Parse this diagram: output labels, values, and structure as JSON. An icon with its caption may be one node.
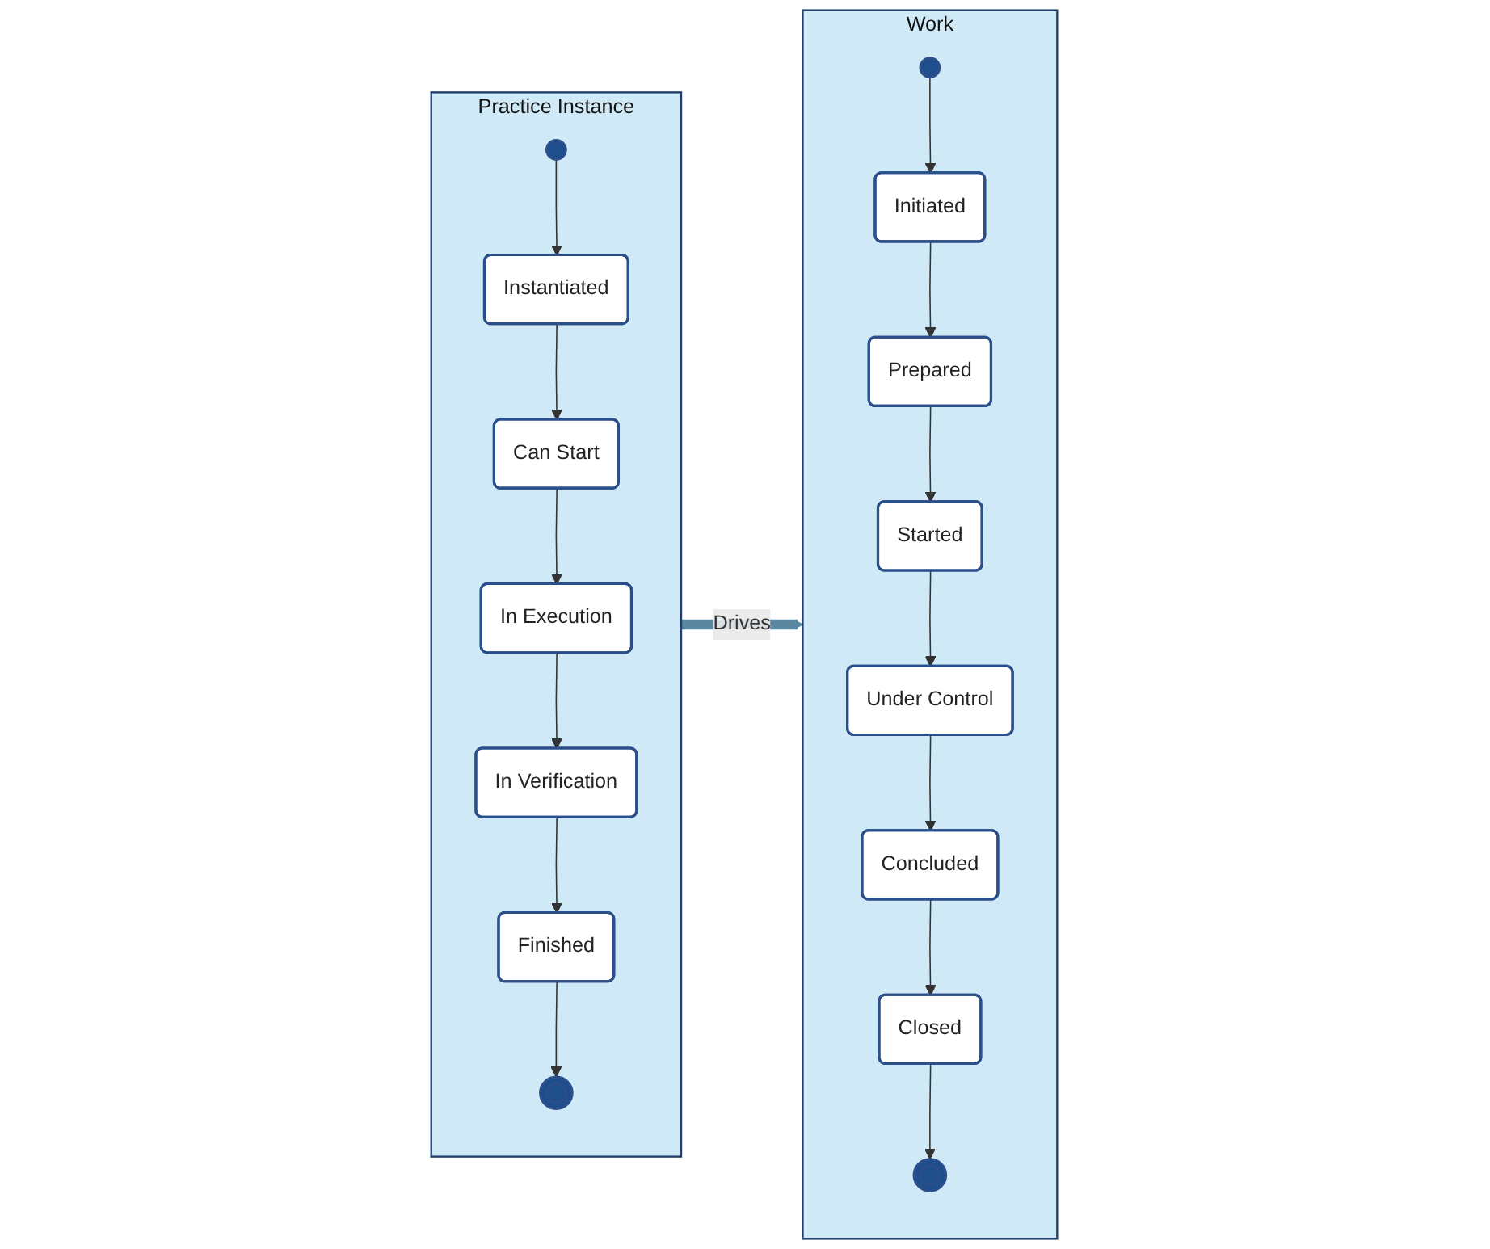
{
  "diagram": {
    "nodes": [
      {
        "text": [
          "Practice Instance"
        ]
      },
      {
        "text": [],
        "shape": "circle",
        "in": 0
      },
      {
        "text": [
          "Instantiated"
        ],
        "in": 0
      },
      {
        "text": [
          "Can Start"
        ],
        "in": 0
      },
      {
        "text": [
          "In Execution"
        ],
        "in": 0
      },
      {
        "text": [
          "In Verification"
        ],
        "in": 0
      },
      {
        "text": [
          "Finished"
        ],
        "in": 0
      },
      {
        "text": [],
        "shape": "circle",
        "in": 0
      },
      {
        "text": [
          "Work"
        ]
      },
      {
        "text": [],
        "shape": "circle",
        "in": 8
      },
      {
        "text": [
          "Initiated"
        ],
        "in": 8
      },
      {
        "text": [
          "Prepared"
        ],
        "in": 8
      },
      {
        "text": [
          "Started"
        ],
        "in": 8
      },
      {
        "text": [
          "Under Control"
        ],
        "in": 8
      },
      {
        "text": [
          "Concluded"
        ],
        "in": 8
      },
      {
        "text": [
          "Closed"
        ],
        "in": 8
      },
      {
        "text": [],
        "shape": "circle",
        "in": 8
      }
    ],
    "edges": [
      {
        "from": 1,
        "to": 2,
        "arrow": "to"
      },
      {
        "from": 2,
        "to": 3,
        "arrow": "to"
      },
      {
        "from": 3,
        "to": 4,
        "arrow": "to"
      },
      {
        "from": 4,
        "to": 5,
        "arrow": "to"
      },
      {
        "from": 5,
        "to": 6,
        "arrow": "to"
      },
      {
        "from": 6,
        "to": 7,
        "arrow": "to"
      },
      {
        "from": 0,
        "to": 8,
        "arrow": "to",
        "label": "Drives",
        "style": "thick",
        "color": "#5b87a0"
      },
      {
        "from": 9,
        "to": 10,
        "arrow": "to"
      },
      {
        "from": 10,
        "to": 11,
        "arrow": "to"
      },
      {
        "from": 11,
        "to": 12,
        "arrow": "to"
      },
      {
        "from": 12,
        "to": 13,
        "arrow": "to"
      },
      {
        "from": 13,
        "to": 14,
        "arrow": "to"
      },
      {
        "from": 14,
        "to": 15,
        "arrow": "to"
      },
      {
        "from": 15,
        "to": 16,
        "arrow": "to"
      }
    ]
  }
}
